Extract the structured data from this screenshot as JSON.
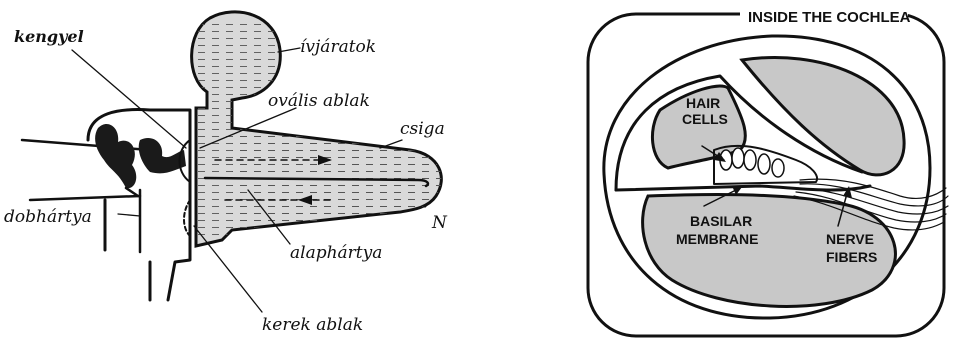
{
  "left_diagram": {
    "labels": {
      "kengyel": "kengyel",
      "ivjaratok": "ívjáratok",
      "ovalis_ablak": "ovális ablak",
      "csiga": "csiga",
      "dobhartya": "dobhártya",
      "N": "N",
      "alaphartya": "alaphártya",
      "kerek_ablak": "kerek ablak"
    }
  },
  "right_diagram": {
    "title": "INSIDE THE COCHLEA",
    "labels": {
      "hair_1": "HAIR",
      "hair_2": "CELLS",
      "basilar_1": "BASILAR",
      "basilar_2": "MEMBRANE",
      "nerve_1": "NERVE",
      "nerve_2": "FIBERS"
    }
  },
  "colors": {
    "ink": "#111111",
    "fluid": "#d9d9d9",
    "tissue": "#c8c8c8"
  }
}
